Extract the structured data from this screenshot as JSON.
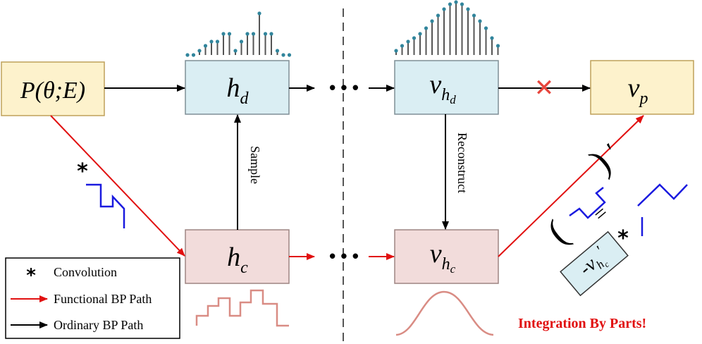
{
  "nodes": {
    "source": {
      "label": "P(θ;E)"
    },
    "h_d": {
      "main": "h",
      "sub": "d"
    },
    "h_c": {
      "main": "h",
      "sub": "c"
    },
    "v_hd": {
      "main": "v",
      "sub": "h",
      "subsub": "d"
    },
    "v_hc": {
      "main": "v",
      "sub": "h",
      "subsub": "c"
    },
    "v_p": {
      "main": "v",
      "sub": "p"
    },
    "neg_v": {
      "prefix": "-",
      "main": "v",
      "sub": "h",
      "subsub": "c",
      "prime": "′"
    }
  },
  "edge_labels": {
    "sample": "Sample",
    "reconstruct": "Reconstruct"
  },
  "symbols": {
    "ellipsis": "• • •",
    "convolution": "*",
    "equals": "=",
    "prime": "′",
    "open_paren": "(",
    "close_paren": ")",
    "blocked": "✕"
  },
  "legend": [
    {
      "symbol": "*",
      "label": "Convolution"
    },
    {
      "symbol": "red-arrow",
      "label": "Functional BP Path"
    },
    {
      "symbol": "black-arrow",
      "label": "Ordinary BP Path"
    }
  ],
  "integration_text": "Integration By Parts!",
  "colors": {
    "orange_box": "#fdf2cc",
    "orange_border": "#bfa15a",
    "blue_box": "#daeef3",
    "blue_border": "#7f8f96",
    "pink_box": "#f2dcdb",
    "pink_border": "#9e8583",
    "red": "#e11010",
    "black": "#000000",
    "blue_kernel": "#1a1adf",
    "stem": "#555555",
    "dot": "#31859c",
    "pink_signal": "#d98c84",
    "dashed": "#555555"
  }
}
